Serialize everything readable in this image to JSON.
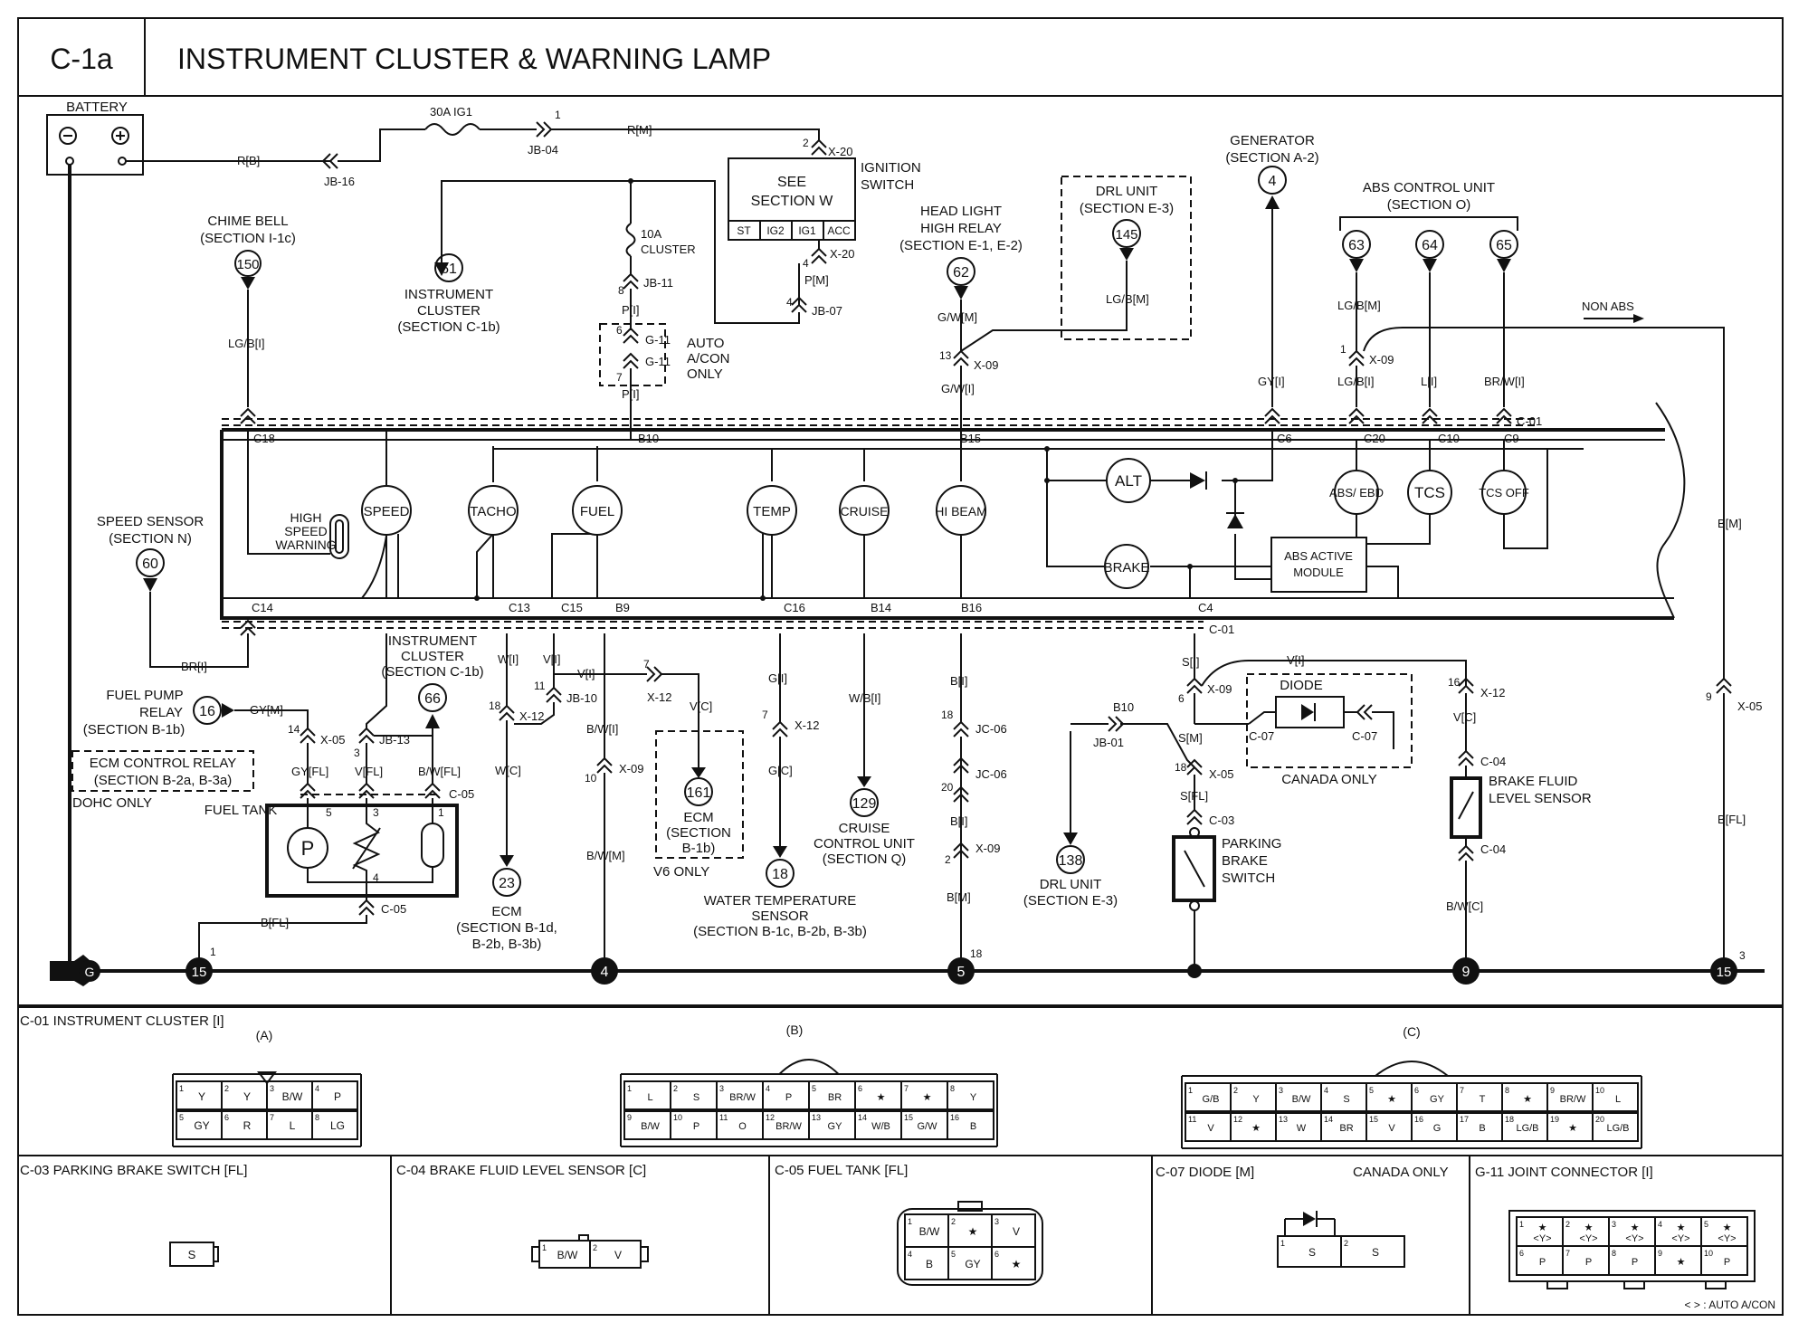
{
  "header": {
    "code": "C-1a",
    "title": "INSTRUMENT CLUSTER & WARNING LAMP"
  },
  "power": {
    "battery": "BATTERY",
    "fuse_main": "30A IG1",
    "jb04": "JB-04",
    "jb16": "JB-16",
    "wire_rb": "R[B]",
    "wire_rm": "R[M]",
    "pin1": "1",
    "pin2": "2",
    "x20": "X-20",
    "ignition": [
      "IGNITION",
      "SWITCH"
    ],
    "see_section": [
      "SEE",
      "SECTION W"
    ],
    "ign_pins": [
      "ST",
      "IG2",
      "IG1",
      "ACC"
    ],
    "fuse_cluster": [
      "10A",
      "CLUSTER"
    ],
    "jb11": "JB-11",
    "jb07": "JB-07",
    "wire_pm": "P[M]",
    "wire_pi": "P[I]",
    "pin4": "4",
    "pin8": "8",
    "g11": "G-11",
    "auto_acon": [
      "AUTO",
      "A/CON",
      "ONLY"
    ],
    "pin6": "6",
    "pin7": "7"
  },
  "refs": {
    "chime": {
      "label": [
        "CHIME BELL",
        "(SECTION I-1c)"
      ],
      "num": "150",
      "wire": "LG/B[I]"
    },
    "cluster61": {
      "label": [
        "INSTRUMENT",
        "CLUSTER",
        "(SECTION C-1b)"
      ],
      "num": "61"
    },
    "headlight": {
      "label": [
        "HEAD LIGHT",
        "HIGH RELAY",
        "(SECTION E-1, E-2)"
      ],
      "num": "62",
      "wire": "G/W[M]",
      "pin": "13",
      "conn": "X-09",
      "wire2": "G/W[I]"
    },
    "drl": {
      "label": [
        "DRL UNIT",
        "(SECTION E-3)"
      ],
      "num": "145",
      "wire": "LG/B[M]"
    },
    "generator": {
      "label": [
        "GENERATOR",
        "(SECTION A-2)"
      ],
      "num": "4",
      "wire": "GY[I]"
    },
    "abs": {
      "label": [
        "ABS CONTROL UNIT",
        "(SECTION O)"
      ],
      "nums": [
        "63",
        "64",
        "65"
      ],
      "wires_top": [
        "LG/B[M]"
      ],
      "wires": [
        "LG/B[I]",
        "L[I]",
        "BR/W[I]"
      ],
      "pin": "1",
      "conn": "X-09",
      "non_abs": "NON ABS"
    },
    "speed_sensor": {
      "label": [
        "SPEED SENSOR",
        "(SECTION N)"
      ],
      "num": "60",
      "wire": "BR[I]"
    },
    "fuel_pump": {
      "label": [
        "FUEL PUMP",
        "RELAY",
        "(SECTION B-1b)"
      ],
      "num": "16",
      "wire": "GY[M]"
    },
    "ecm_relay": [
      "ECM CONTROL RELAY",
      "(SECTION B-2a, B-3a)",
      "DOHC ONLY"
    ],
    "cluster66": {
      "label": [
        "INSTRUMENT",
        "CLUSTER",
        "(SECTION C-1b)"
      ],
      "num": "66"
    },
    "ecm23": {
      "label": [
        "ECM",
        "(SECTION B-1d,",
        "B-2b, B-3b)"
      ],
      "num": "23"
    },
    "ecm161": {
      "label": [
        "ECM",
        "(SECTION",
        "B-1b)"
      ],
      "num": "161",
      "note": "V6 ONLY"
    },
    "water18": {
      "label": [
        "WATER TEMPERATURE",
        "SENSOR",
        "(SECTION B-1c, B-2b, B-3b)"
      ],
      "num": "18"
    },
    "cruise129": {
      "label": [
        "CRUISE",
        "CONTROL UNIT",
        "(SECTION Q)"
      ],
      "num": "129"
    },
    "drl138": {
      "label": [
        "DRL UNIT",
        "(SECTION E-3)"
      ],
      "num": "138"
    }
  },
  "cluster": {
    "gauges": [
      "SPEED",
      "TACHO",
      "FUEL",
      "TEMP",
      "CRUISE",
      "HI BEAM"
    ],
    "high_speed_warning": [
      "HIGH",
      "SPEED",
      "WARNING"
    ],
    "lamps": [
      "ALT",
      "BRAKE",
      "ABS/ EBD",
      "TCS",
      "TCS OFF"
    ],
    "abs_module": [
      "ABS ACTIVE",
      "MODULE"
    ],
    "top_pins": [
      "C18",
      "B10",
      "B15",
      "C6",
      "C20",
      "C10",
      "C9"
    ],
    "bottom_pins": [
      "C14",
      "C13",
      "C15",
      "B9",
      "C16",
      "B14",
      "B16",
      "C4"
    ],
    "c01": "C-01"
  },
  "bottom_wiring": {
    "wires": [
      "W[I]",
      "V[I]",
      "W[C]",
      "V[I]",
      "V[C]",
      "B/W[I]",
      "B/W[M]",
      "G[I]",
      "G[C]",
      "W/B[I]",
      "B[I]",
      "B[M]",
      "S[I]",
      "S[M]",
      "S[FL]",
      "V[I]",
      "V[C]",
      "B/W[C]",
      "B[M]",
      "B[FL]",
      "GY[FL]",
      "V[FL]",
      "B/W[FL]",
      "B[FL]"
    ],
    "conns": [
      "X-05",
      "JB-13",
      "X-12",
      "JB-10",
      "X-12",
      "X-09",
      "X-12",
      "JC-06",
      "JC-06",
      "X-09",
      "X-09",
      "X-05",
      "X-12",
      "X-05",
      "C-05",
      "C-05",
      "C-03",
      "C-04",
      "C-04",
      "JB-01",
      "C-07",
      "C-07"
    ],
    "pins": [
      "14",
      "3",
      "18",
      "11",
      "7",
      "10",
      "7",
      "18",
      "20",
      "2",
      "6",
      "18",
      "16",
      "9",
      "5",
      "3",
      "1",
      "4",
      "18",
      "3",
      "1"
    ],
    "fuel_tank": "FUEL TANK",
    "pump": "P",
    "diode": "DIODE",
    "canada": "CANADA ONLY",
    "parking": [
      "PARKING",
      "BRAKE",
      "SWITCH"
    ],
    "brake_fluid": [
      "BRAKE FLUID",
      "LEVEL SENSOR"
    ],
    "b10": "B10",
    "grounds": [
      "G",
      "15",
      "4",
      "5",
      "9",
      "15"
    ]
  },
  "connectors": {
    "c01_title": "C-01 INSTRUMENT CLUSTER [I]",
    "c01a": {
      "tag": "(A)",
      "row1": [
        [
          "1",
          "Y"
        ],
        [
          "2",
          "Y"
        ],
        [
          "3",
          "B/W"
        ],
        [
          "4",
          "P"
        ]
      ],
      "row2": [
        [
          "5",
          "GY"
        ],
        [
          "6",
          "R"
        ],
        [
          "7",
          "L"
        ],
        [
          "8",
          "LG"
        ]
      ]
    },
    "c01b": {
      "tag": "(B)",
      "row1": [
        [
          "1",
          "L"
        ],
        [
          "2",
          "S"
        ],
        [
          "3",
          "BR/W"
        ],
        [
          "4",
          "P"
        ],
        [
          "5",
          "BR"
        ],
        [
          "6",
          "★"
        ],
        [
          "7",
          "★"
        ],
        [
          "8",
          "Y"
        ]
      ],
      "row2": [
        [
          "9",
          "B/W"
        ],
        [
          "10",
          "P"
        ],
        [
          "11",
          "O"
        ],
        [
          "12",
          "BR/W"
        ],
        [
          "13",
          "GY"
        ],
        [
          "14",
          "W/B"
        ],
        [
          "15",
          "G/W"
        ],
        [
          "16",
          "B"
        ]
      ]
    },
    "c01c": {
      "tag": "(C)",
      "row1": [
        [
          "1",
          "G/B"
        ],
        [
          "2",
          "Y"
        ],
        [
          "3",
          "B/W"
        ],
        [
          "4",
          "S"
        ],
        [
          "5",
          "★"
        ],
        [
          "6",
          "GY"
        ],
        [
          "7",
          "T"
        ],
        [
          "8",
          "★"
        ],
        [
          "9",
          "BR/W"
        ],
        [
          "10",
          "L"
        ]
      ],
      "row2": [
        [
          "11",
          "V"
        ],
        [
          "12",
          "★"
        ],
        [
          "13",
          "W"
        ],
        [
          "14",
          "BR"
        ],
        [
          "15",
          "V"
        ],
        [
          "16",
          "G"
        ],
        [
          "17",
          "B"
        ],
        [
          "18",
          "LG/B"
        ],
        [
          "19",
          "★"
        ],
        [
          "20",
          "LG/B"
        ]
      ]
    },
    "c03": {
      "title": "C-03 PARKING BRAKE SWITCH [FL]",
      "pin": "S"
    },
    "c04": {
      "title": "C-04 BRAKE FLUID LEVEL SENSOR [C]",
      "cells": [
        [
          "1",
          "B/W"
        ],
        [
          "2",
          "V"
        ]
      ]
    },
    "c05": {
      "title": "C-05 FUEL TANK [FL]",
      "row1": [
        [
          "1",
          "B/W"
        ],
        [
          "2",
          "★"
        ],
        [
          "3",
          "V"
        ]
      ],
      "row2": [
        [
          "4",
          "B"
        ],
        [
          "5",
          "GY"
        ],
        [
          "6",
          "★"
        ]
      ]
    },
    "c07": {
      "title": "C-07 DIODE [M]",
      "note": "CANADA ONLY",
      "cells": [
        [
          "1",
          "S"
        ],
        [
          "2",
          "S"
        ]
      ]
    },
    "g11": {
      "title": "G-11 JOINT CONNECTOR [I]",
      "row1": [
        [
          "1",
          "★ <Y>"
        ],
        [
          "2",
          "★ <Y>"
        ],
        [
          "3",
          "★ <Y>"
        ],
        [
          "4",
          "★ <Y>"
        ],
        [
          "5",
          "★ <Y>"
        ]
      ],
      "row2": [
        [
          "6",
          "P"
        ],
        [
          "7",
          "P"
        ],
        [
          "8",
          "P"
        ],
        [
          "9",
          "★"
        ],
        [
          "10",
          "P"
        ]
      ]
    },
    "legend": "< > : AUTO A/CON"
  }
}
